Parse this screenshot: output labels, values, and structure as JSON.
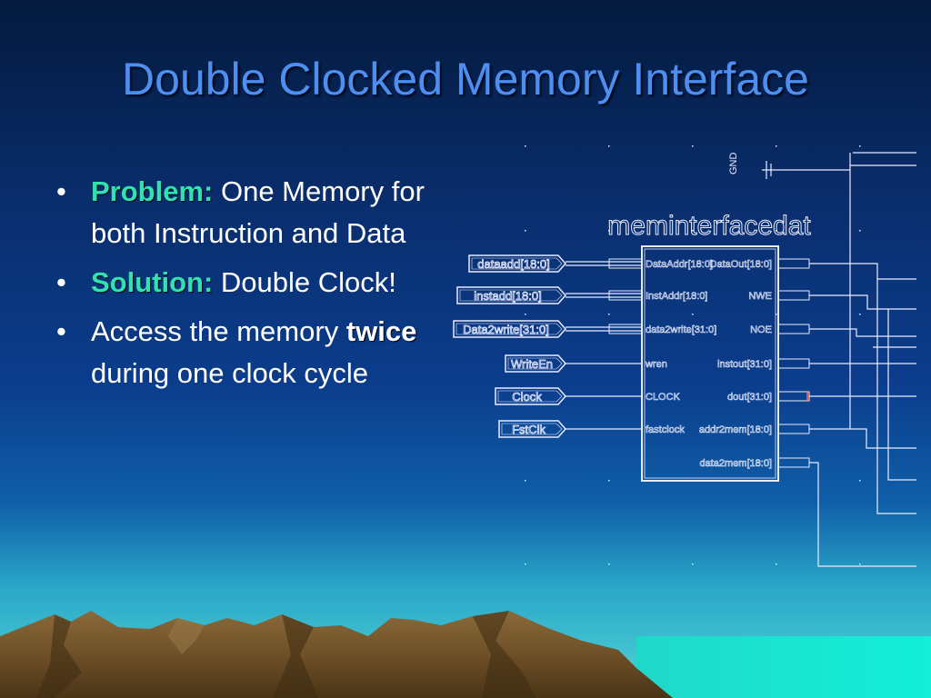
{
  "slide": {
    "title": "Double Clocked Memory Interface",
    "bullets": [
      {
        "keyword": "Problem:",
        "text": " One Memory for both Instruction and Data"
      },
      {
        "keyword": "Solution:",
        "text": " Double Clock!"
      },
      {
        "pre": "Access the memory ",
        "emph": "twice",
        "post": " during one clock cycle"
      }
    ]
  },
  "schematic": {
    "block_name": "meminterfacedat",
    "gnd_label": "GND",
    "inputs": [
      "dataadd[18:0]",
      "instadd[18:0]",
      "Data2write[31:0]",
      "WriteEn",
      "Clock",
      "FstClk"
    ],
    "left_ports": [
      "DataAddr[18:0]",
      "InstAddr[18:0]",
      "data2write[31:0]",
      "wren",
      "CLOCK",
      "fastclock"
    ],
    "right_ports": [
      "DataOut[18:0]",
      "NWE",
      "NOE",
      "instout[31:0]",
      "dout[31:0]",
      "addr2mem[18:0]",
      "data2mem[18:0]"
    ],
    "colors": {
      "wire": "#e8ecff",
      "title": "#4d8ef0",
      "keyword": "#33e0b0"
    }
  }
}
